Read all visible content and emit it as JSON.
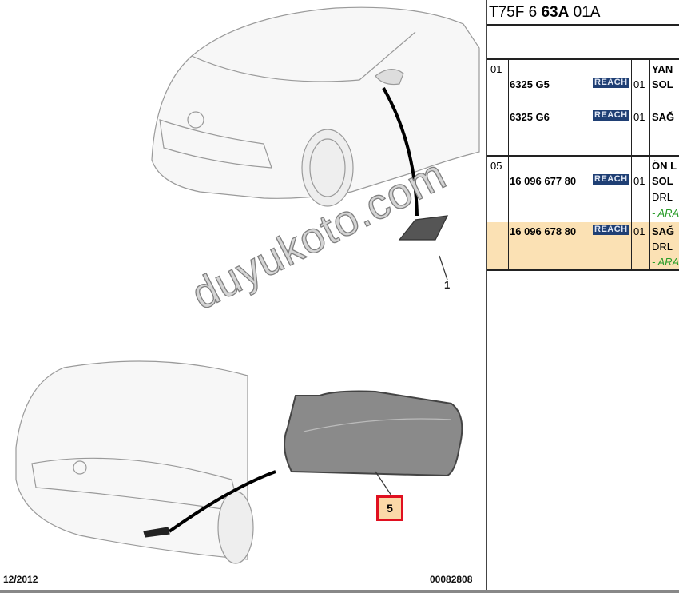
{
  "diagram": {
    "callouts": [
      "1",
      "5"
    ],
    "date": "12/2012",
    "code": "00082808",
    "watermark": "duyukoto.com"
  },
  "table": {
    "title_parts": [
      "T75F 6 ",
      "63A",
      " 01A"
    ],
    "rows": [
      {
        "ref": "01",
        "items": [
          {
            "part": "6325 G5",
            "badge": "REACH",
            "qty": "01",
            "desc": [
              "SOL"
            ]
          },
          {
            "part": "6325 G6",
            "badge": "REACH",
            "qty": "01",
            "desc": [
              "SAĞ"
            ]
          }
        ],
        "heading": "YAN"
      },
      {
        "ref": "05",
        "heading": "ÖN L",
        "items": [
          {
            "part": "16 096 677 80",
            "badge": "REACH",
            "qty": "01",
            "desc": [
              "SOL",
              "DRL"
            ],
            "note": "- ARA"
          }
        ]
      },
      {
        "ref": "",
        "highlight": "#fbe1b4",
        "items": [
          {
            "part": "16 096 678 80",
            "badge": "REACH",
            "qty": "01",
            "desc": [
              "SAĞ",
              "DRL"
            ],
            "note": "- ARA"
          }
        ]
      }
    ]
  }
}
